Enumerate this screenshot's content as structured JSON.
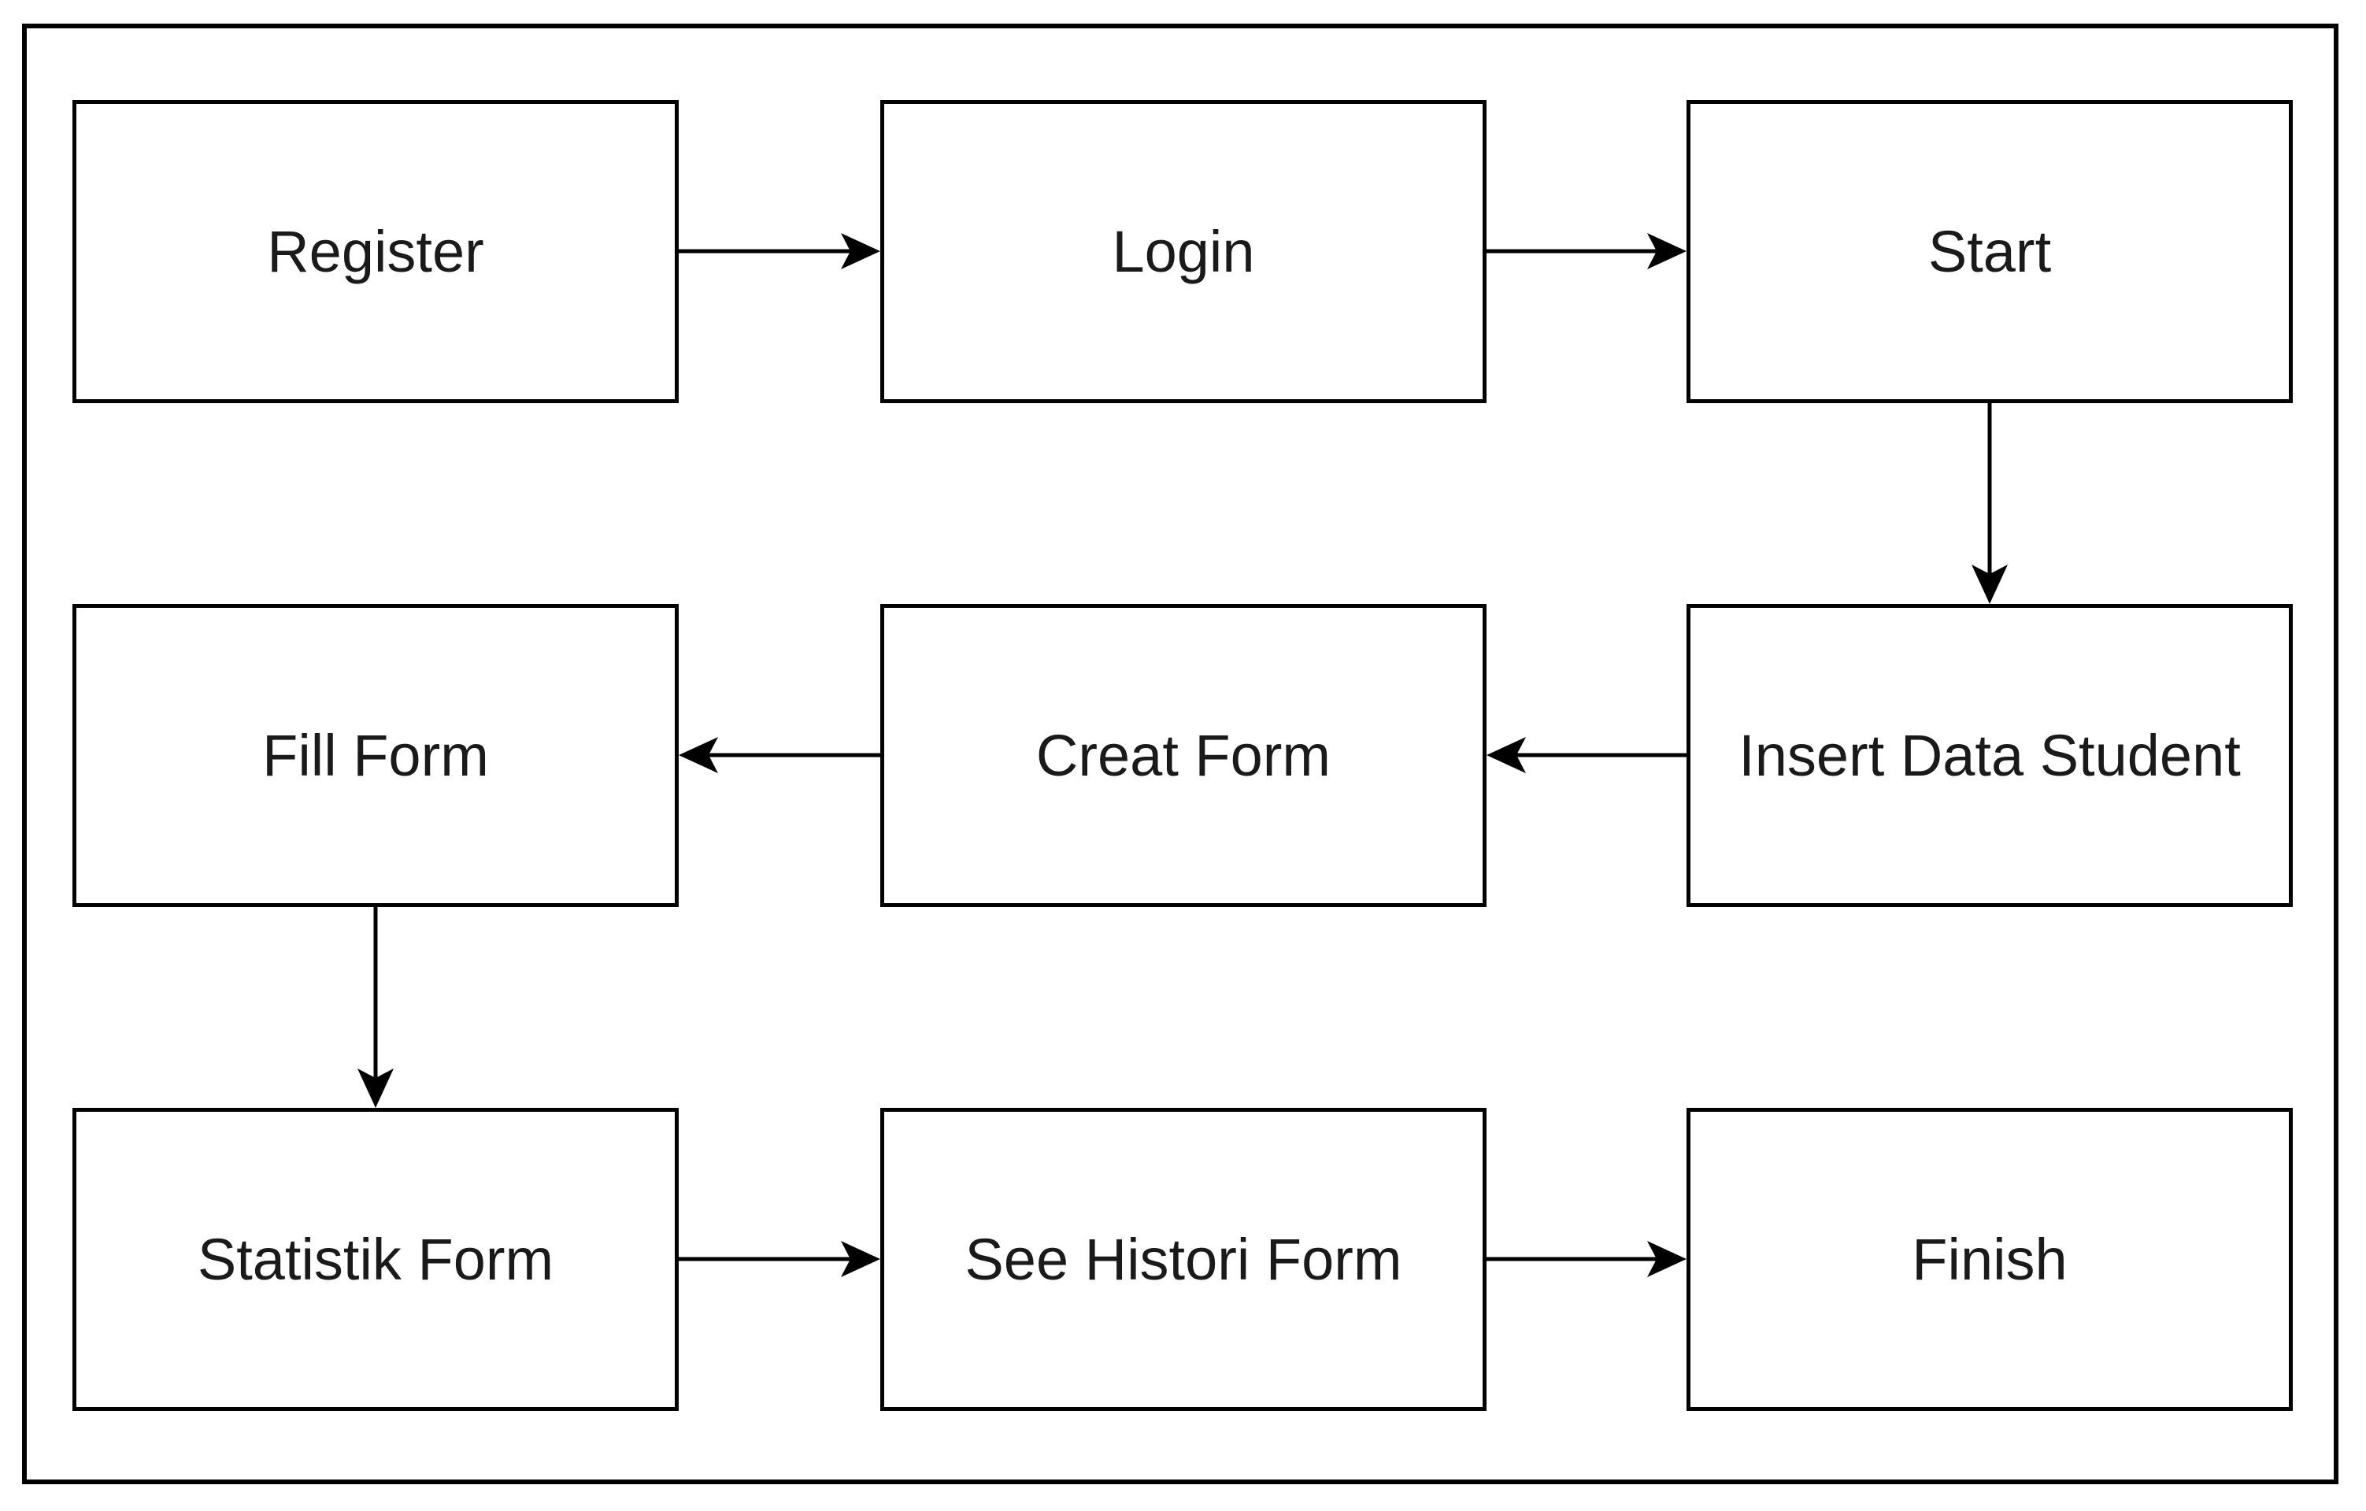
{
  "diagram": {
    "nodes": [
      {
        "id": "register",
        "label": "Register"
      },
      {
        "id": "login",
        "label": "Login"
      },
      {
        "id": "start",
        "label": "Start"
      },
      {
        "id": "fill-form",
        "label": "Fill Form"
      },
      {
        "id": "creat-form",
        "label": "Creat Form"
      },
      {
        "id": "insert-data-student",
        "label": "Insert Data Student"
      },
      {
        "id": "statistik-form",
        "label": "Statistik Form"
      },
      {
        "id": "see-histori-form",
        "label": "See Histori Form"
      },
      {
        "id": "finish",
        "label": "Finish"
      }
    ],
    "edges": [
      {
        "from": "register",
        "to": "login"
      },
      {
        "from": "login",
        "to": "start"
      },
      {
        "from": "start",
        "to": "insert-data-student"
      },
      {
        "from": "insert-data-student",
        "to": "creat-form"
      },
      {
        "from": "creat-form",
        "to": "fill-form"
      },
      {
        "from": "fill-form",
        "to": "statistik-form"
      },
      {
        "from": "statistik-form",
        "to": "see-histori-form"
      },
      {
        "from": "see-histori-form",
        "to": "finish"
      }
    ],
    "colors": {
      "border": "#000000",
      "text": "#1a1a1a",
      "background": "#ffffff"
    }
  }
}
